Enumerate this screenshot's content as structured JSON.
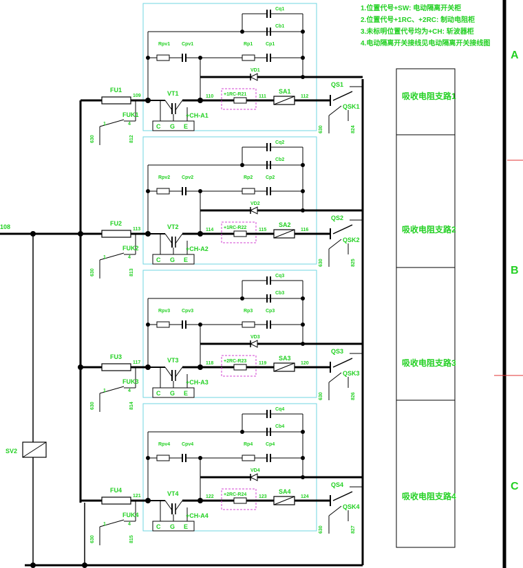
{
  "notes": [
    "1.位置代号+SW:   电动隔离开关柜",
    "2.位置代号+1RC、+2RC:   制动电阻柜",
    "3.未标明位置代号均为+CH:  斩波器柜",
    "4.电动隔离开关接线见电动隔离开关接线图"
  ],
  "zones": [
    "A",
    "B",
    "C"
  ],
  "main_bus_label": "108",
  "sv_label": "SV2",
  "branches": [
    {
      "fu": "FU1",
      "fuk": "FUK1",
      "n_in": "109",
      "vt": "VT1",
      "n_vt": "110",
      "box": "+1RC-R21",
      "n_box": "111",
      "sa": "SA1",
      "n_sa": "112",
      "qs": "QS1",
      "qsk": "QSK1",
      "vd": "VD1",
      "rpv": "Rpv1",
      "cpv": "Cpv1",
      "rp": "Rp1",
      "cp": "Cp1",
      "cq": "Cq1",
      "cb": "Cb1",
      "ch": "+CH-A1",
      "w630": "630",
      "wb": "812",
      "wq": "824",
      "absorb": "吸收电阻支路1"
    },
    {
      "fu": "FU2",
      "fuk": "FUK2",
      "n_in": "113",
      "vt": "VT2",
      "n_vt": "114",
      "box": "+1RC-R22",
      "n_box": "115",
      "sa": "SA2",
      "n_sa": "116",
      "qs": "QS2",
      "qsk": "QSK2",
      "vd": "VD2",
      "rpv": "Rpv2",
      "cpv": "Cpv2",
      "rp": "Rp2",
      "cp": "Cp2",
      "cq": "Cq2",
      "cb": "Cb2",
      "ch": "+CH-A2",
      "w630": "630",
      "wb": "813",
      "wq": "825",
      "absorb": "吸收电阻支路2"
    },
    {
      "fu": "FU3",
      "fuk": "FUK3",
      "n_in": "117",
      "vt": "VT3",
      "n_vt": "118",
      "box": "+2RC-R23",
      "n_box": "119",
      "sa": "SA3",
      "n_sa": "120",
      "qs": "QS3",
      "qsk": "QSK3",
      "vd": "VD3",
      "rpv": "Rpv3",
      "cpv": "Cpv3",
      "rp": "Rp3",
      "cp": "Cp3",
      "cq": "Cq3",
      "cb": "Cb3",
      "ch": "+CH-A3",
      "w630": "630",
      "wb": "814",
      "wq": "826",
      "absorb": "吸收电阻支路3"
    },
    {
      "fu": "FU4",
      "fuk": "FUK4",
      "n_in": "121",
      "vt": "VT4",
      "n_vt": "122",
      "box": "+2RC-R24",
      "n_box": "123",
      "sa": "SA4",
      "n_sa": "124",
      "qs": "QS4",
      "qsk": "QSK4",
      "vd": "VD4",
      "rpv": "Rpv4",
      "cpv": "Cpv4",
      "rp": "Rp4",
      "cp": "Cp4",
      "cq": "Cq4",
      "cb": "Cb4",
      "ch": "+CH-A4",
      "w630": "630",
      "wb": "815",
      "wq": "827",
      "absorb": "吸收电阻支路4"
    }
  ],
  "terminals": [
    "C",
    "G",
    "E"
  ],
  "pin_labels": [
    "1",
    "4"
  ],
  "colors": {
    "text": "#22d022",
    "wire": "#000000",
    "panel": "#6fd6e0",
    "box": "#d040d0",
    "marker": "#e03030"
  }
}
